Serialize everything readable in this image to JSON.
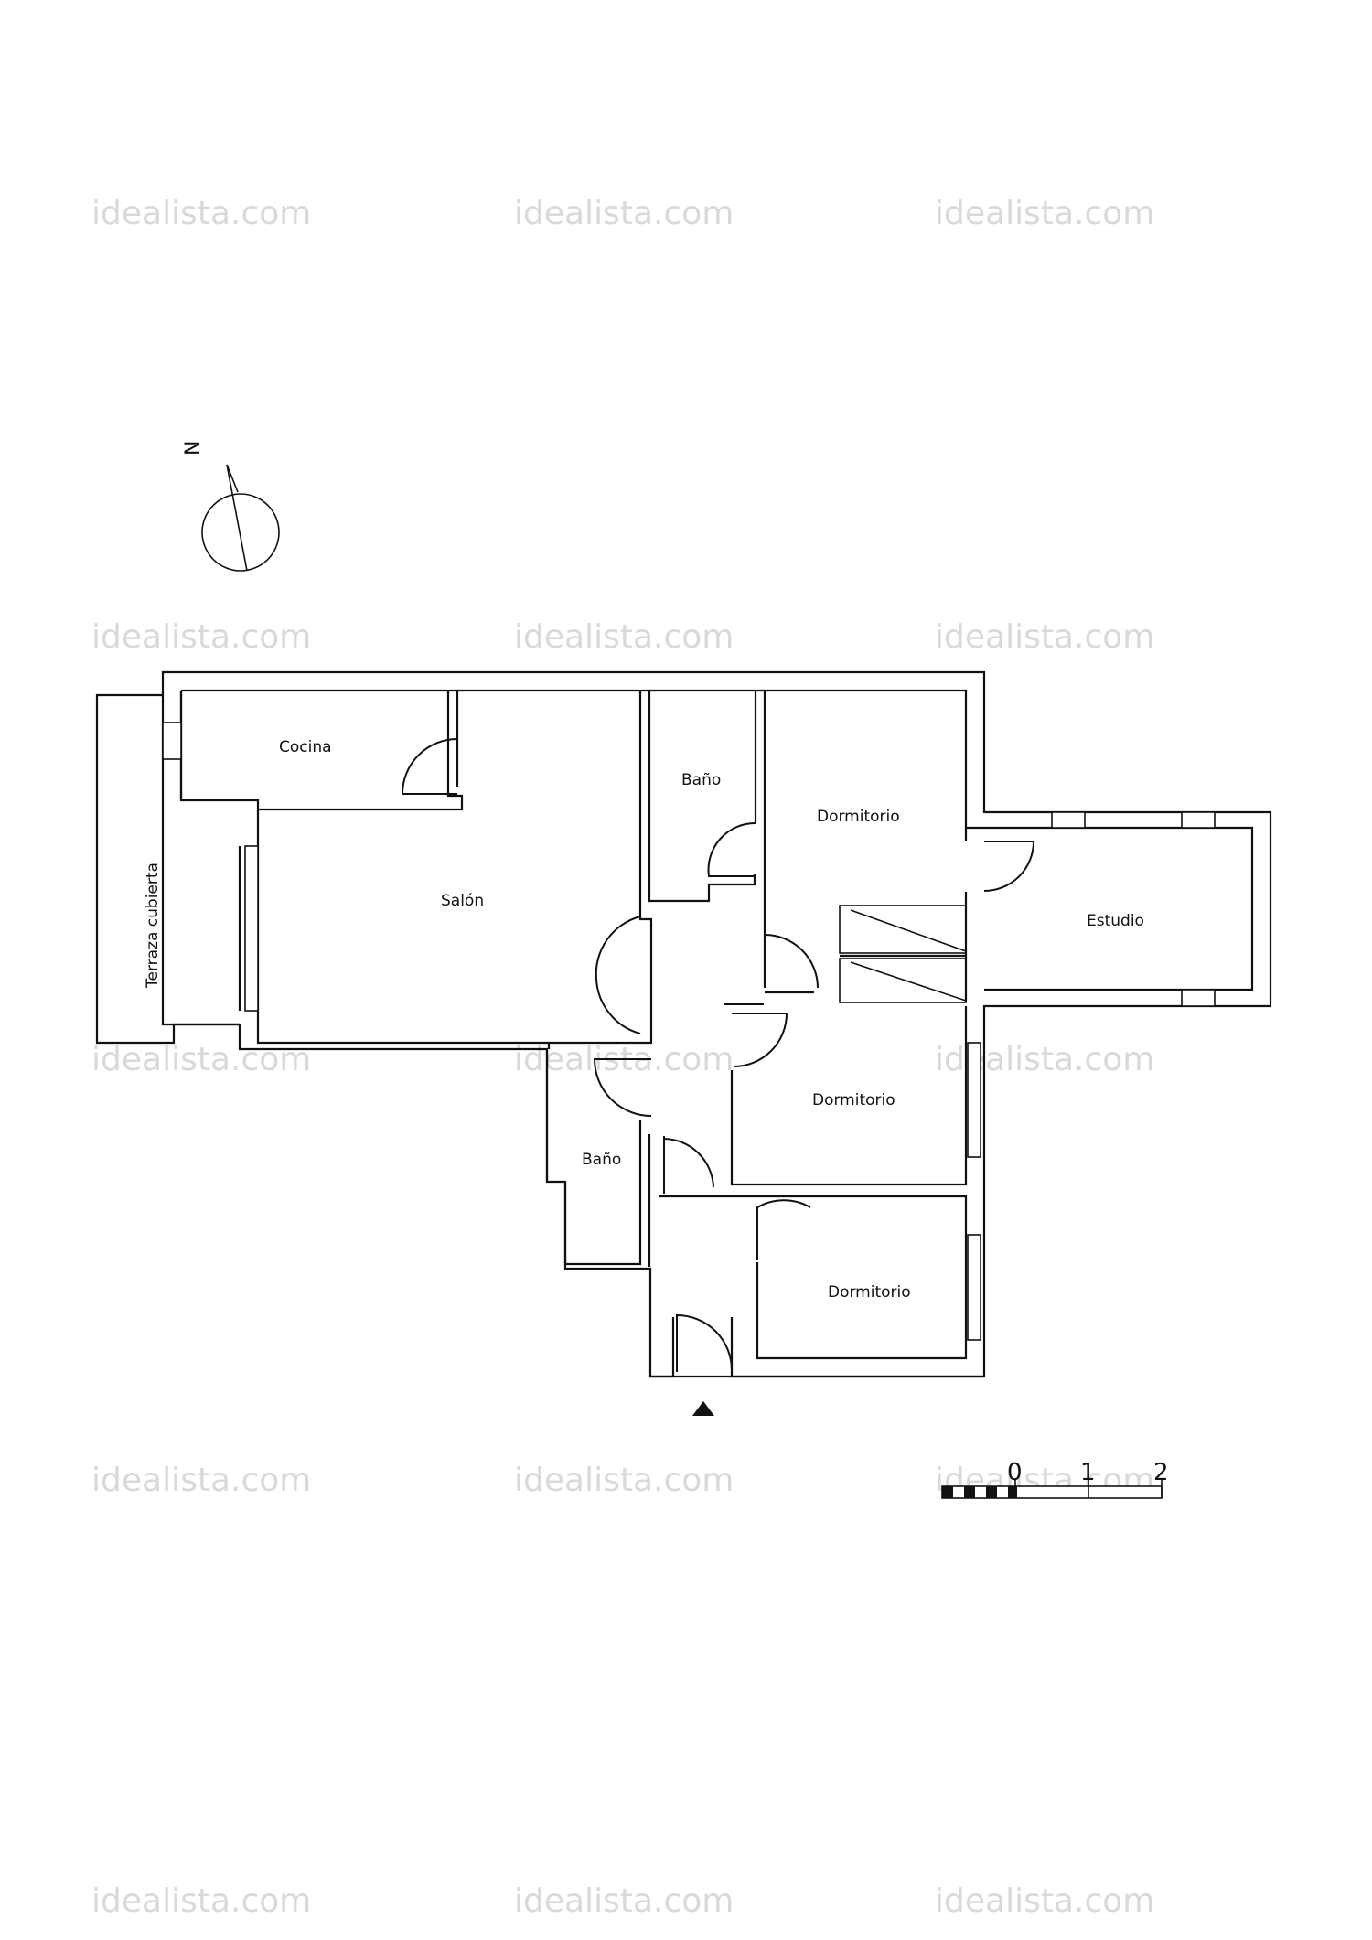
{
  "watermark": {
    "text": "idealista.com"
  },
  "compass": {
    "label": "N"
  },
  "rooms": {
    "cocina": "Cocina",
    "salon": "Salón",
    "bano_top": "Baño",
    "dormitorio_1": "Dormitorio",
    "estudio": "Estudio",
    "terraza": "Terraza cubierta",
    "dormitorio_2": "Dormitorio",
    "bano_bottom": "Baño",
    "dormitorio_3": "Dormitorio"
  },
  "scale": {
    "labels": [
      "0",
      "1",
      "2"
    ]
  }
}
